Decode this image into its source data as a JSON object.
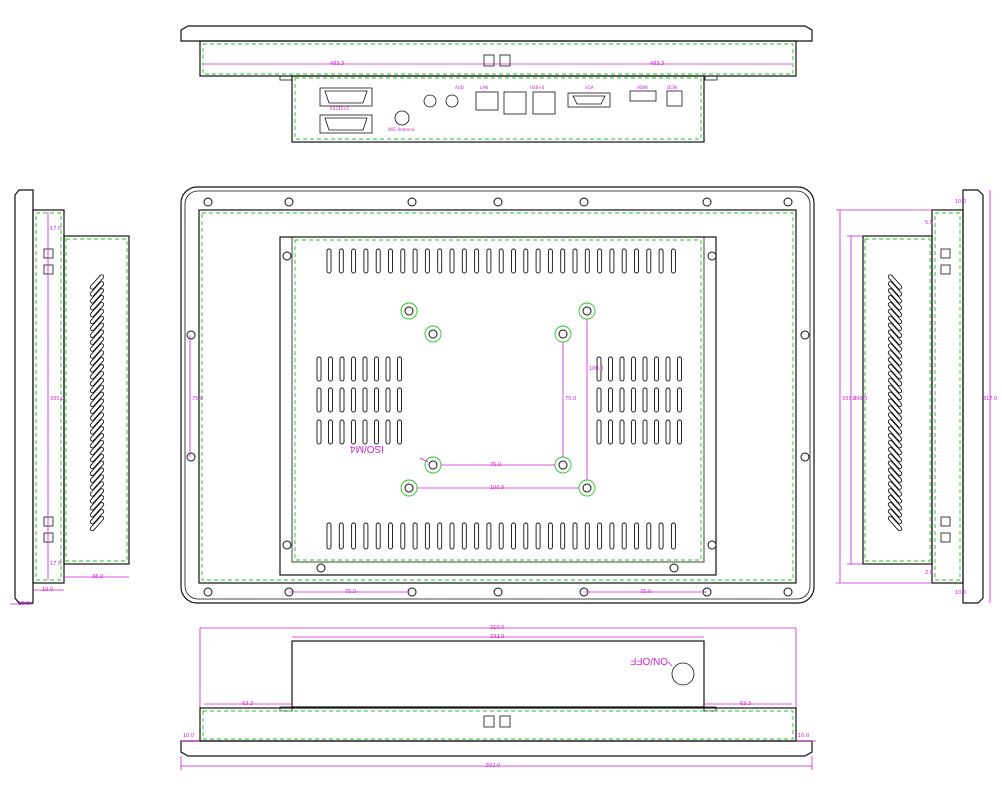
{
  "labels": {
    "vesa_screw": "ISO/M4",
    "power_switch": "ON/OFF"
  },
  "ports": {
    "rs232": "RS232×2",
    "wifi": "WiFi Antenna",
    "audio": "AUD",
    "lan": "LAN",
    "usb": "USB×4",
    "vga": "VGA",
    "hdmi": "HDMI",
    "dc": "DCIN"
  },
  "dimensions": {
    "top_left_half": "483.3",
    "top_right_half": "483.3",
    "bottom_total": "502.0",
    "bottom_inner": "310.0",
    "bottom_body": "232.0",
    "bottom_left_offset": "63.3",
    "bottom_right_offset": "63.3",
    "bottom_left_depth": "10.0",
    "bottom_right_depth": "10.0",
    "vesa_outer_h": "100.0",
    "vesa_inner_h": "75.0",
    "vesa_outer_v": "100.0",
    "vesa_inner_v": "75.0",
    "front_left_v": "75.0",
    "front_bottom_left": "75.0",
    "front_bottom_right": "75.0",
    "left_top": "17.5",
    "left_height": "330.0",
    "left_bottom": "17.5",
    "left_depth": "38.0",
    "left_bezel": "10.0",
    "left_base": "10.0",
    "right_total": "333.0",
    "right_inner": "317.0",
    "right_body": "290.0",
    "right_top": "10.0",
    "right_top2": "5.5",
    "right_bottom": "2.0",
    "right_bottom2": "10.0"
  },
  "colors": {
    "outline": "#111111",
    "dashed_green": "#1fc51f",
    "dimension_magenta": "#d21fd2"
  }
}
